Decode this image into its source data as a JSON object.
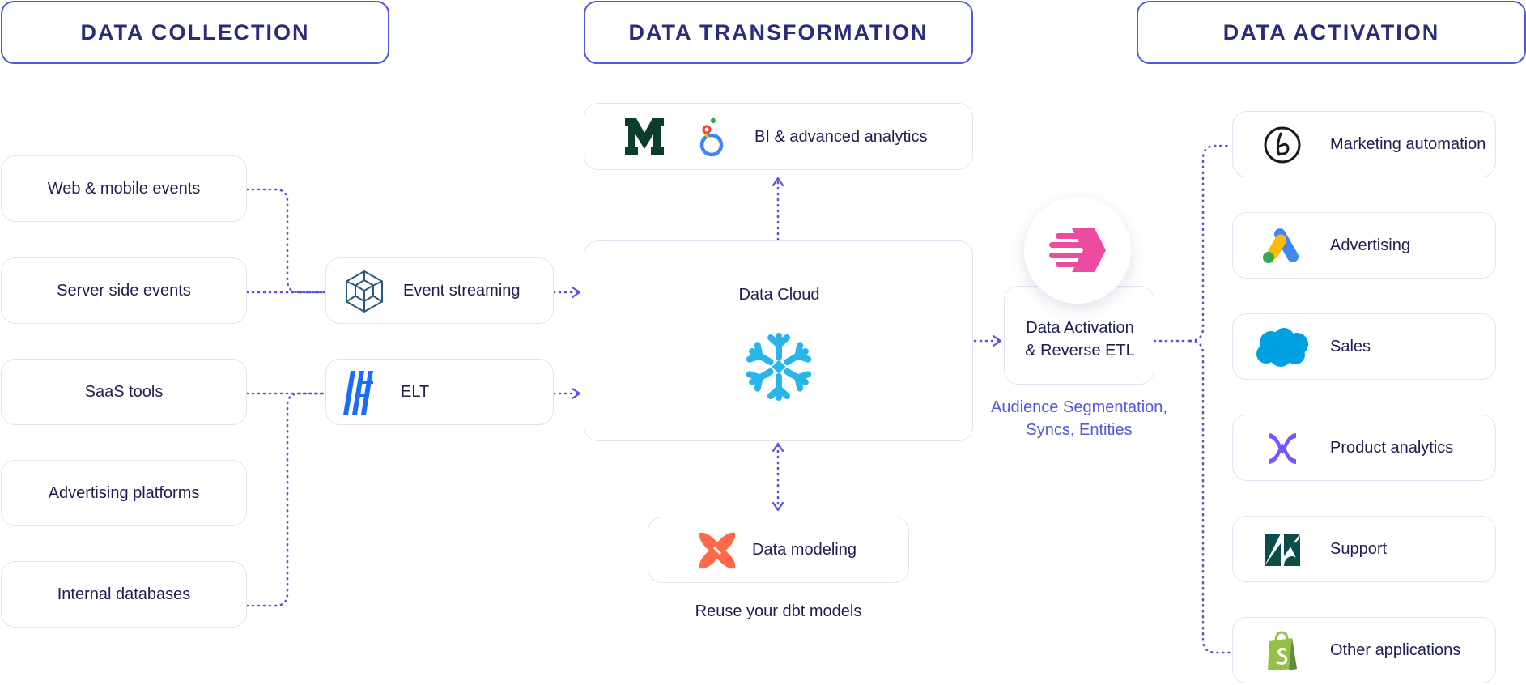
{
  "headers": {
    "collection": "DATA COLLECTION",
    "transformation": "DATA TRANSFORMATION",
    "activation": "DATA ACTIVATION"
  },
  "sources": [
    "Web & mobile events",
    "Server side events",
    "SaaS tools",
    "Advertising platforms",
    "Internal databases"
  ],
  "ingestion": {
    "event_streaming": "Event streaming",
    "elt": "ELT"
  },
  "transformation": {
    "bi": "BI & advanced analytics",
    "data_cloud": "Data Cloud",
    "data_modeling": "Data modeling",
    "modeling_caption": "Reuse your dbt models"
  },
  "activation_hub": {
    "line1": "Data Activation",
    "line2": "& Reverse ETL",
    "caption_line1": "Audience Segmentation,",
    "caption_line2": "Syncs, Entities"
  },
  "destinations": [
    "Marketing automation",
    "Advertising",
    "Sales",
    "Product analytics",
    "Support",
    "Other applications"
  ],
  "colors": {
    "accent": "#5456dd",
    "connector": "#5456dd",
    "box_border": "#e2e4f3",
    "hub_pink": "#ec4ba0",
    "snowflake": "#29b5e8",
    "dbt_orange": "#ff694a"
  }
}
